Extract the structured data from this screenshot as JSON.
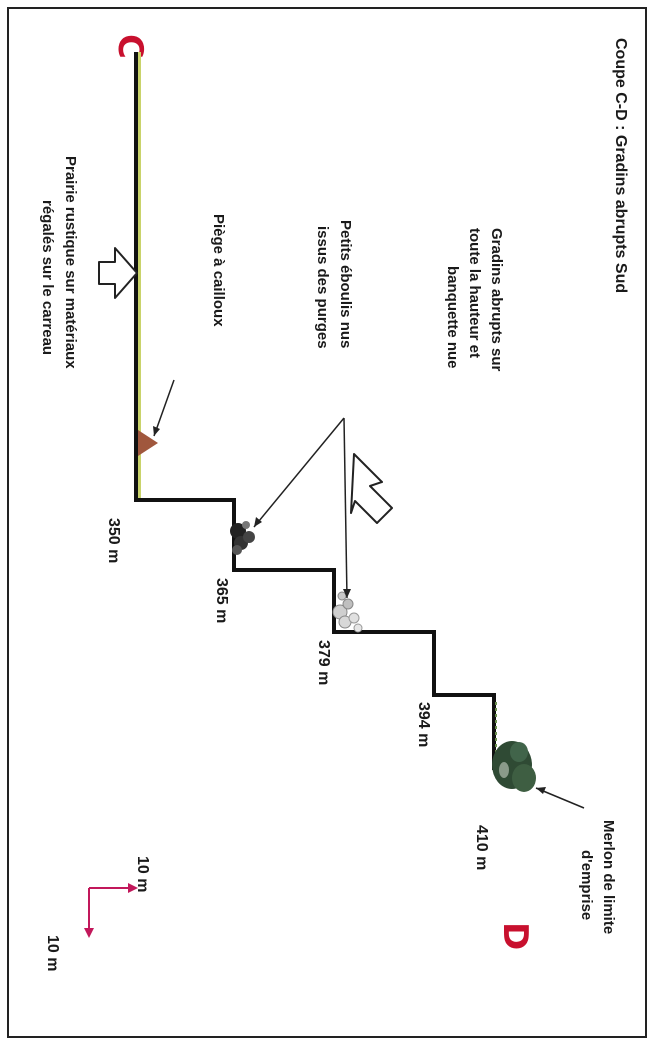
{
  "title": "Coupe C-D : Gradins abrupts Sud",
  "points": {
    "start": "C",
    "end": "D"
  },
  "elevations": [
    "350 m",
    "365 m",
    "379 m",
    "394 m",
    "410 m"
  ],
  "labels": {
    "gradins": [
      "Gradins abrupts sur",
      "toute la hauteur et",
      "banquette nue"
    ],
    "eboulis": [
      "Petits éboulis nus",
      "issus des purges"
    ],
    "piege": "Piège à cailloux",
    "prairie": [
      "Prairie rustique sur matériaux",
      "régalés sur le carreau"
    ],
    "merlon": [
      "Merlon de limite",
      "d'emprise"
    ]
  },
  "scale": {
    "horizontal": "10 m",
    "vertical": "10 m"
  },
  "colors": {
    "profile": "#111111",
    "letters": "#c8102e",
    "scale_arrows": "#c2185b",
    "piege": "#a0573d",
    "merlon": "#2f4a34",
    "prairie": "#c9d36a"
  }
}
